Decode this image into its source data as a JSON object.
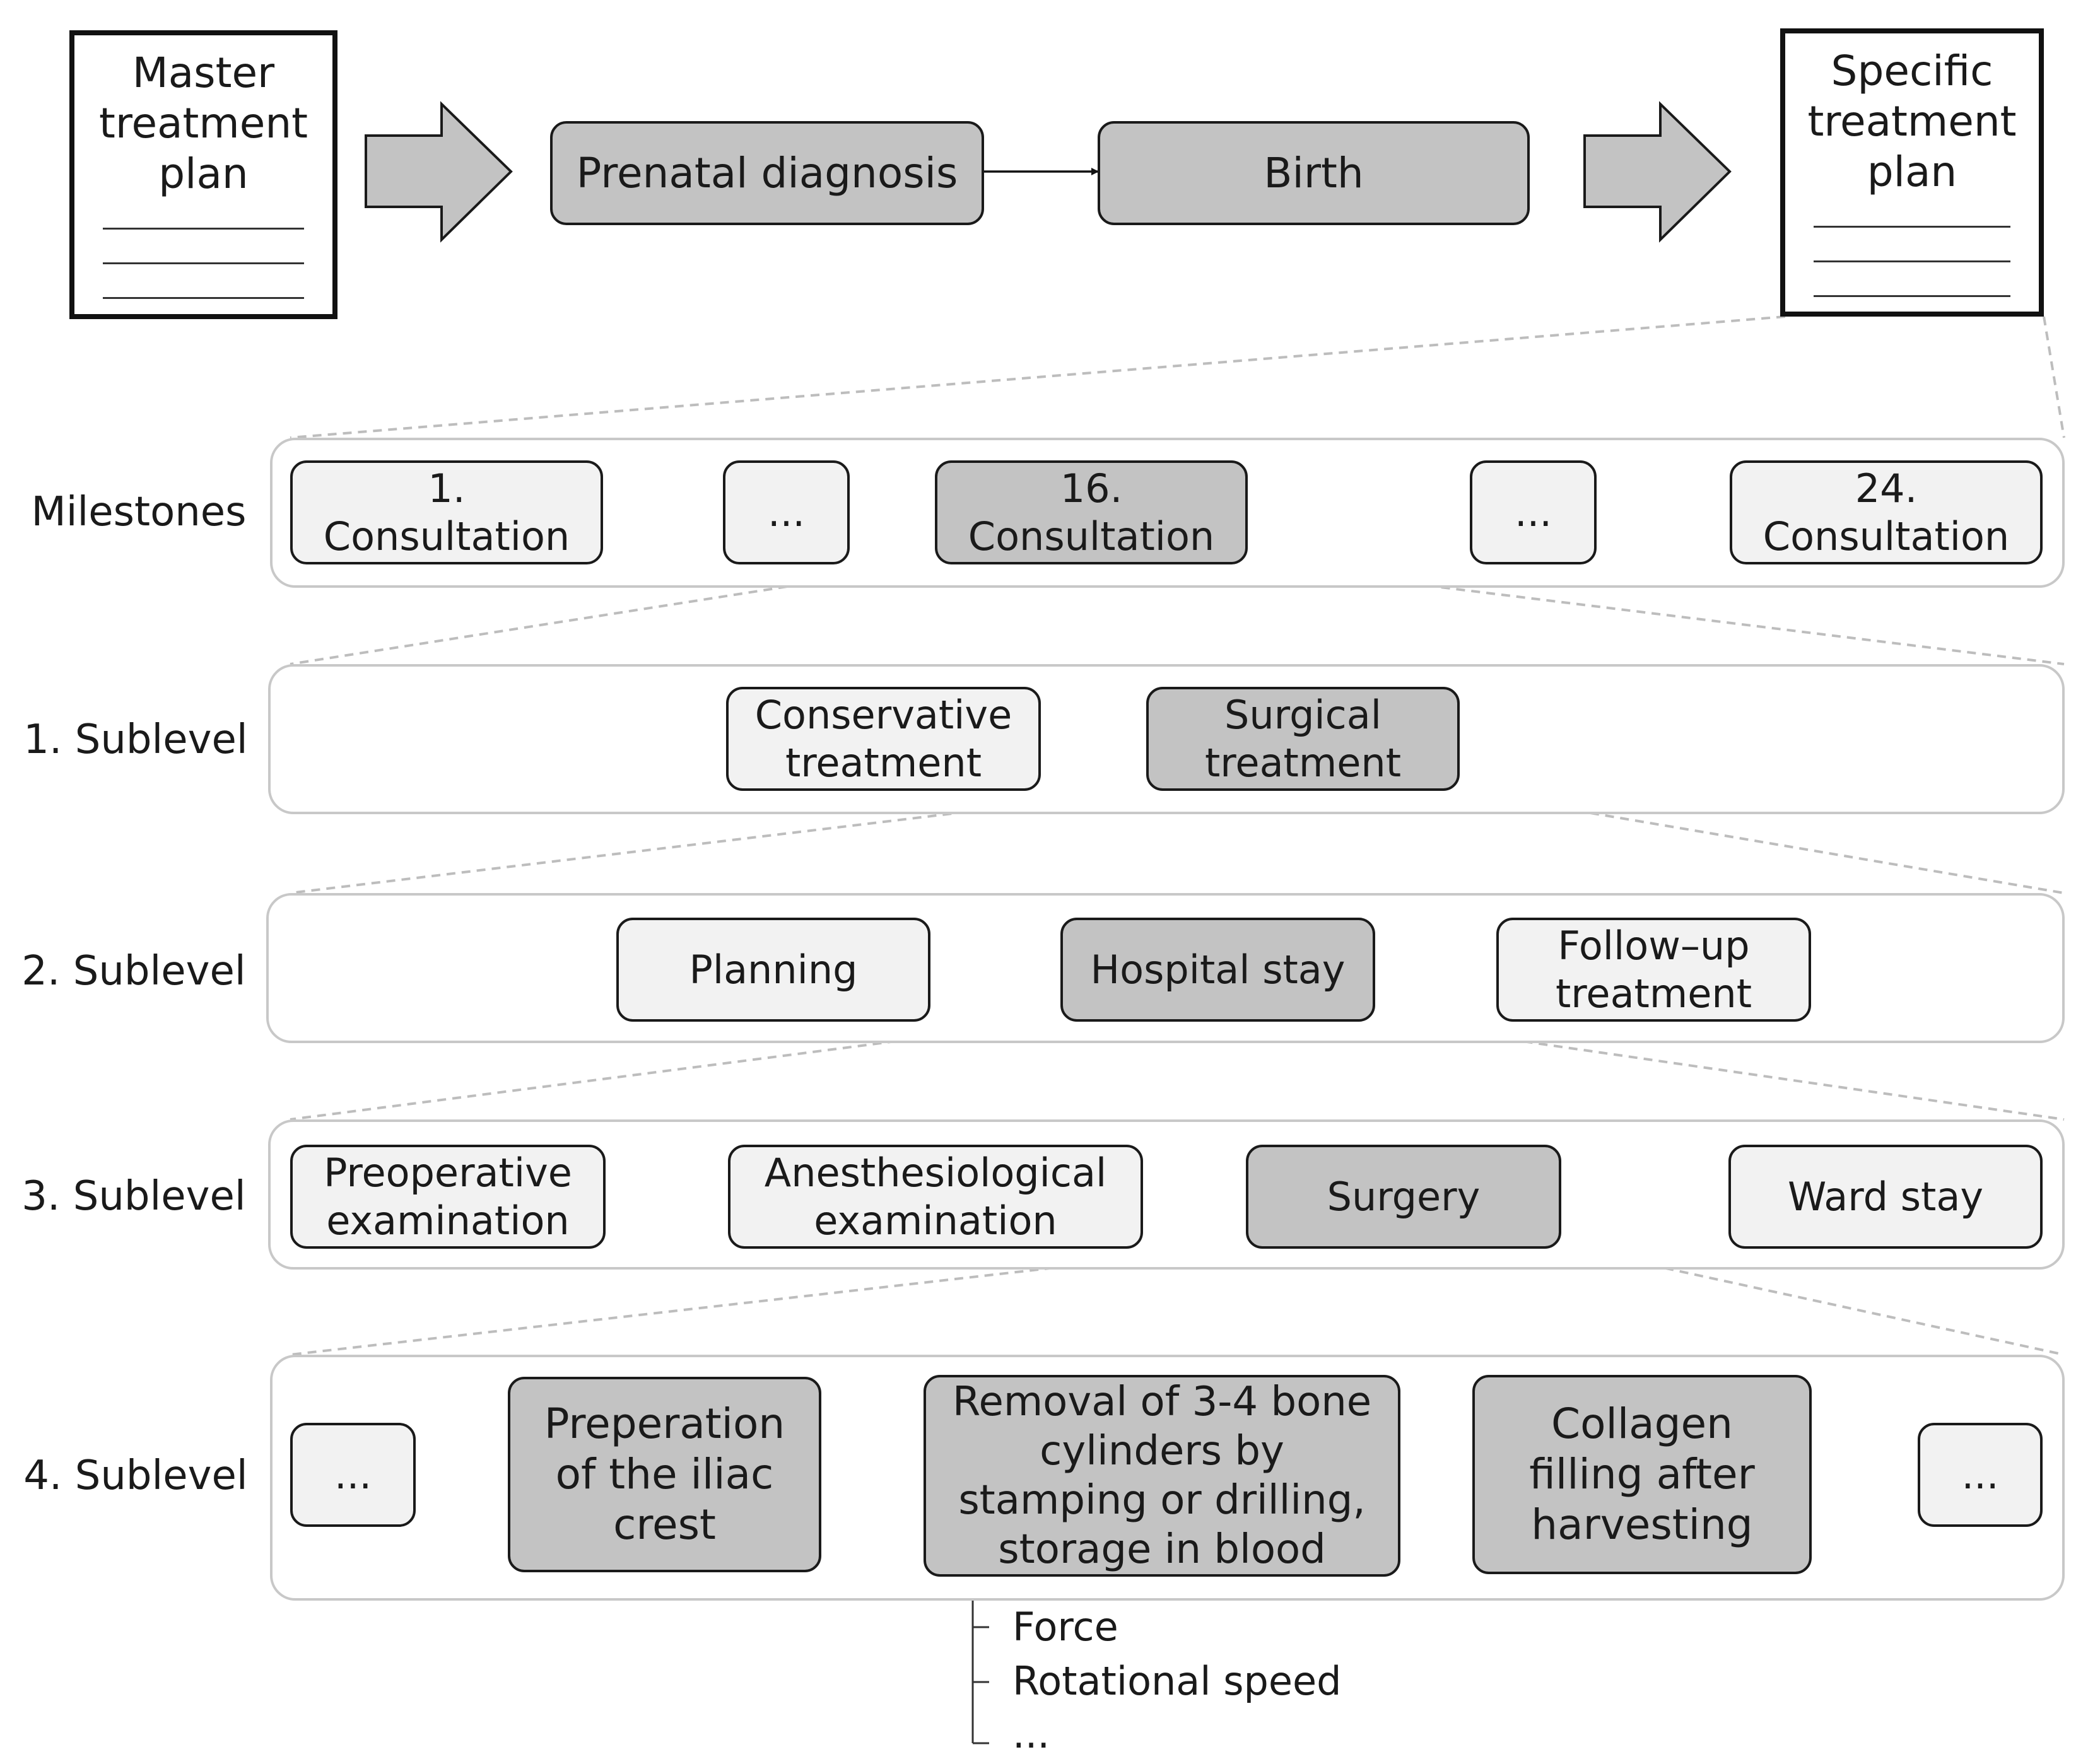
{
  "top": {
    "master_plan": "Master\ntreatment\nplan",
    "specific_plan": "Specific\ntreatment\nplan",
    "prenatal": "Prenatal diagnosis",
    "birth": "Birth"
  },
  "levels": {
    "milestones": "Milestones",
    "sub1": "1. Sublevel",
    "sub2": "2. Sublevel",
    "sub3": "3. Sublevel",
    "sub4": "4. Sublevel"
  },
  "milestones": {
    "c1": "1.\nConsultation",
    "e1": "...",
    "c16": "16.\nConsultation",
    "e2": "...",
    "c24": "24.\nConsultation"
  },
  "sub1": {
    "conservative": "Conservative\ntreatment",
    "surgical": "Surgical\ntreatment"
  },
  "sub2": {
    "planning": "Planning",
    "hospital": "Hospital stay",
    "followup": "Follow–up\ntreatment"
  },
  "sub3": {
    "preop": "Preoperative\nexamination",
    "anesth": "Anesthesiological\nexamination",
    "surgery": "Surgery",
    "ward": "Ward stay"
  },
  "sub4": {
    "e1": "...",
    "prep": "Preperation\nof the iliac\ncrest",
    "removal": "Removal of 3-4 bone\ncylinders by\nstamping or drilling,\nstorage in blood",
    "collagen": "Collagen\nfilling after\nharvesting",
    "e2": "..."
  },
  "params": {
    "force": "Force",
    "speed": "Rotational speed",
    "more": "..."
  }
}
